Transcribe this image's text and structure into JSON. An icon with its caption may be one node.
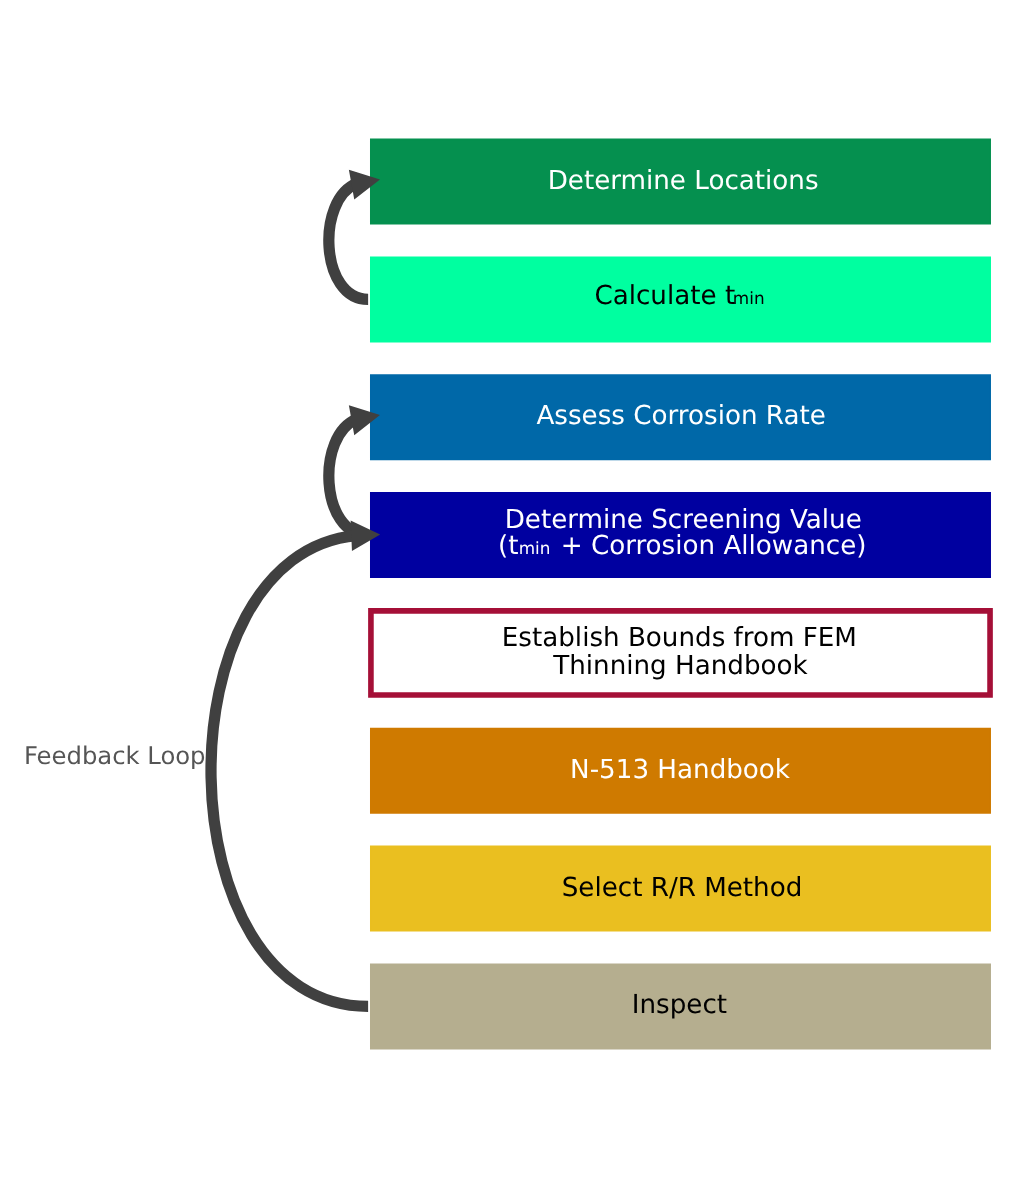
{
  "diagram": {
    "nodes": [
      {
        "text": [
          "Determine Locations"
        ]
      },
      {
        "text": [
          "Calculate t$_{min}$"
        ]
      },
      {
        "text": [
          "Assess Corrosion Rate"
        ]
      },
      {
        "text": [
          "Determine Screening Value (t$_{min}$ + Corrosion Allowance)"
        ]
      },
      {
        "text": [
          "Establish Bounds from FEM Thinning Handbook"
        ]
      },
      {
        "text": [
          "N-513 Handbook"
        ]
      },
      {
        "text": [
          "Select R/R Method"
        ]
      },
      {
        "text": [
          "Inspect"
        ]
      }
    ],
    "edges": [
      {
        "from": 1,
        "to": 0,
        "arrow": "to"
      },
      {
        "from": 3,
        "to": 2,
        "arrow": "to"
      },
      {
        "from": 7,
        "to": 3,
        "arrow": "to",
        "label": "Feedback Loop"
      }
    ]
  }
}
